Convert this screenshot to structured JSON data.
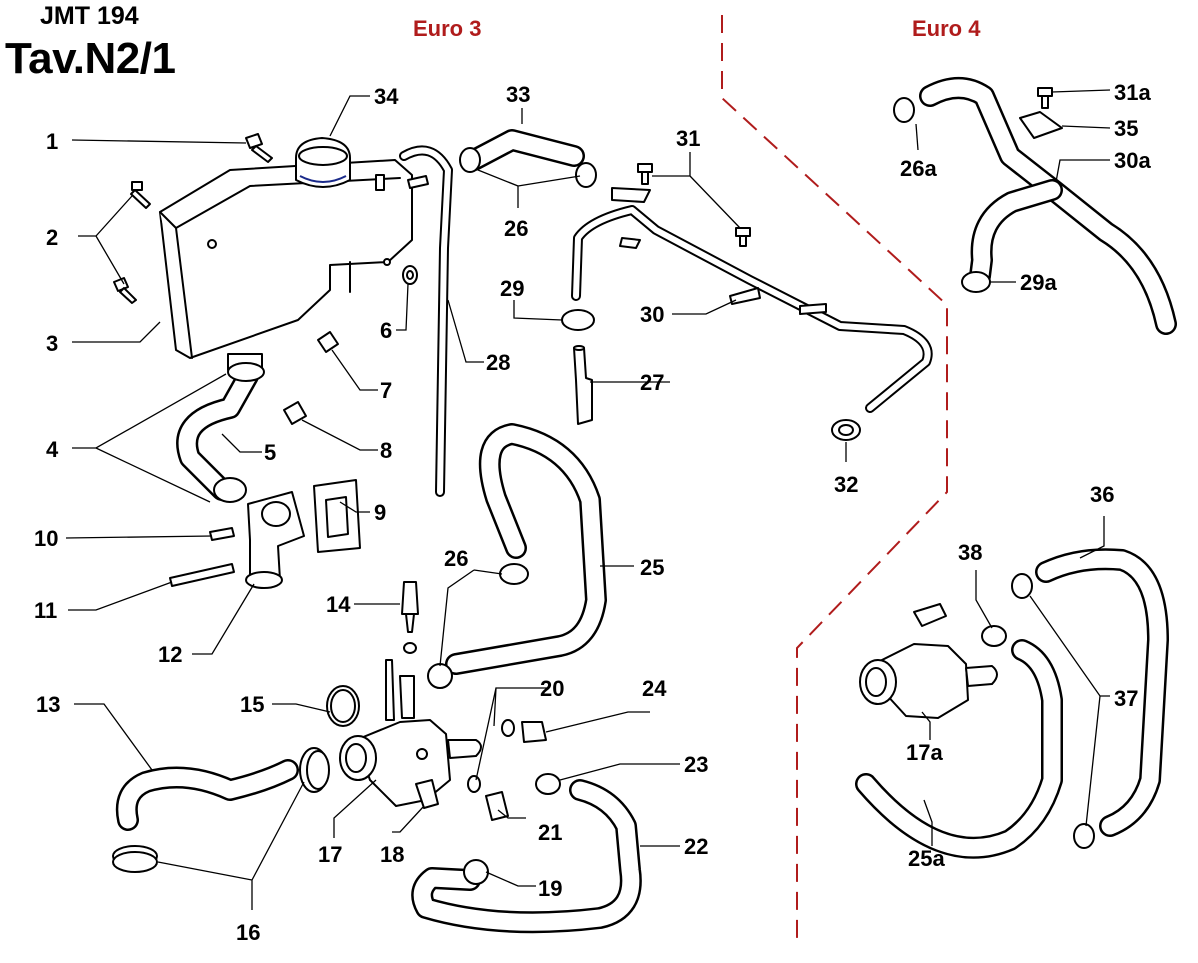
{
  "header": {
    "code": "JMT 194",
    "table": "Tav.N2/1"
  },
  "zones": {
    "euro3": "Euro 3",
    "euro4": "Euro 4"
  },
  "colors": {
    "zone_text": "#b01c1c",
    "separator": "#b01c1c",
    "ink": "#000000",
    "background": "#ffffff"
  },
  "labels": {
    "p1": "1",
    "p2": "2",
    "p3": "3",
    "p4": "4",
    "p5": "5",
    "p6": "6",
    "p7": "7",
    "p8": "8",
    "p9": "9",
    "p10": "10",
    "p11": "11",
    "p12": "12",
    "p13": "13",
    "p14": "14",
    "p15": "15",
    "p16": "16",
    "p17": "17",
    "p18": "18",
    "p19": "19",
    "p20": "20",
    "p21": "21",
    "p22": "22",
    "p23": "23",
    "p24": "24",
    "p25": "25",
    "p26": "26",
    "p26b": "26",
    "p27": "27",
    "p28": "28",
    "p29": "29",
    "p30": "30",
    "p31": "31",
    "p32": "32",
    "p33": "33",
    "p34": "34",
    "p26a": "26a",
    "p29a": "29a",
    "p30a": "30a",
    "p31a": "31a",
    "p35": "35",
    "p36": "36",
    "p37": "37",
    "p38": "38",
    "p17a": "17a",
    "p25a": "25a"
  }
}
